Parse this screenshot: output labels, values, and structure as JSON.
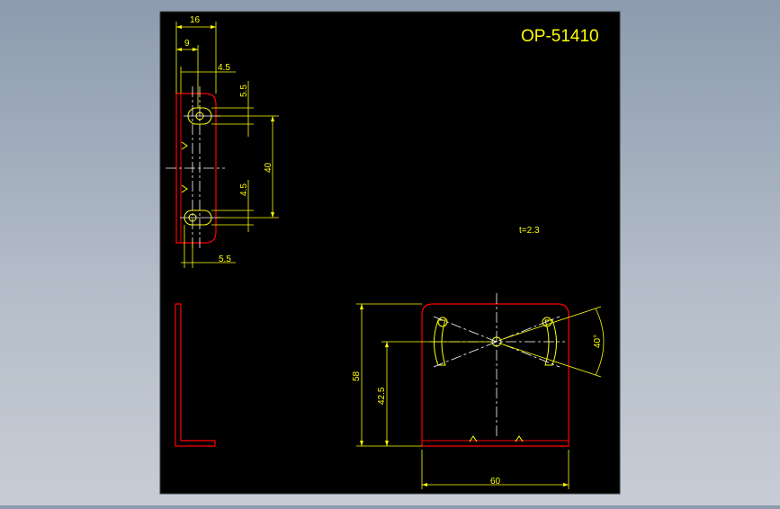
{
  "drawing": {
    "title": "OP-51410",
    "thickness_note": "t=2.3",
    "dimensions": {
      "width_16": "16",
      "width_9": "9",
      "offset_4_5_top": "4.5",
      "slot_5_5_top": "5.5",
      "height_40": "40",
      "slot_4_5_lower": "4.5",
      "bottom_5_5": "5.5",
      "height_58": "58",
      "height_42_5": "42.5",
      "angle_40": "40°",
      "width_60": "60"
    },
    "colors": {
      "sheet": "#000000",
      "outline": "#ff0000",
      "centerline": "#ffffff",
      "dimension": "#ffff00",
      "frame_border": "#3a3a3a"
    }
  }
}
